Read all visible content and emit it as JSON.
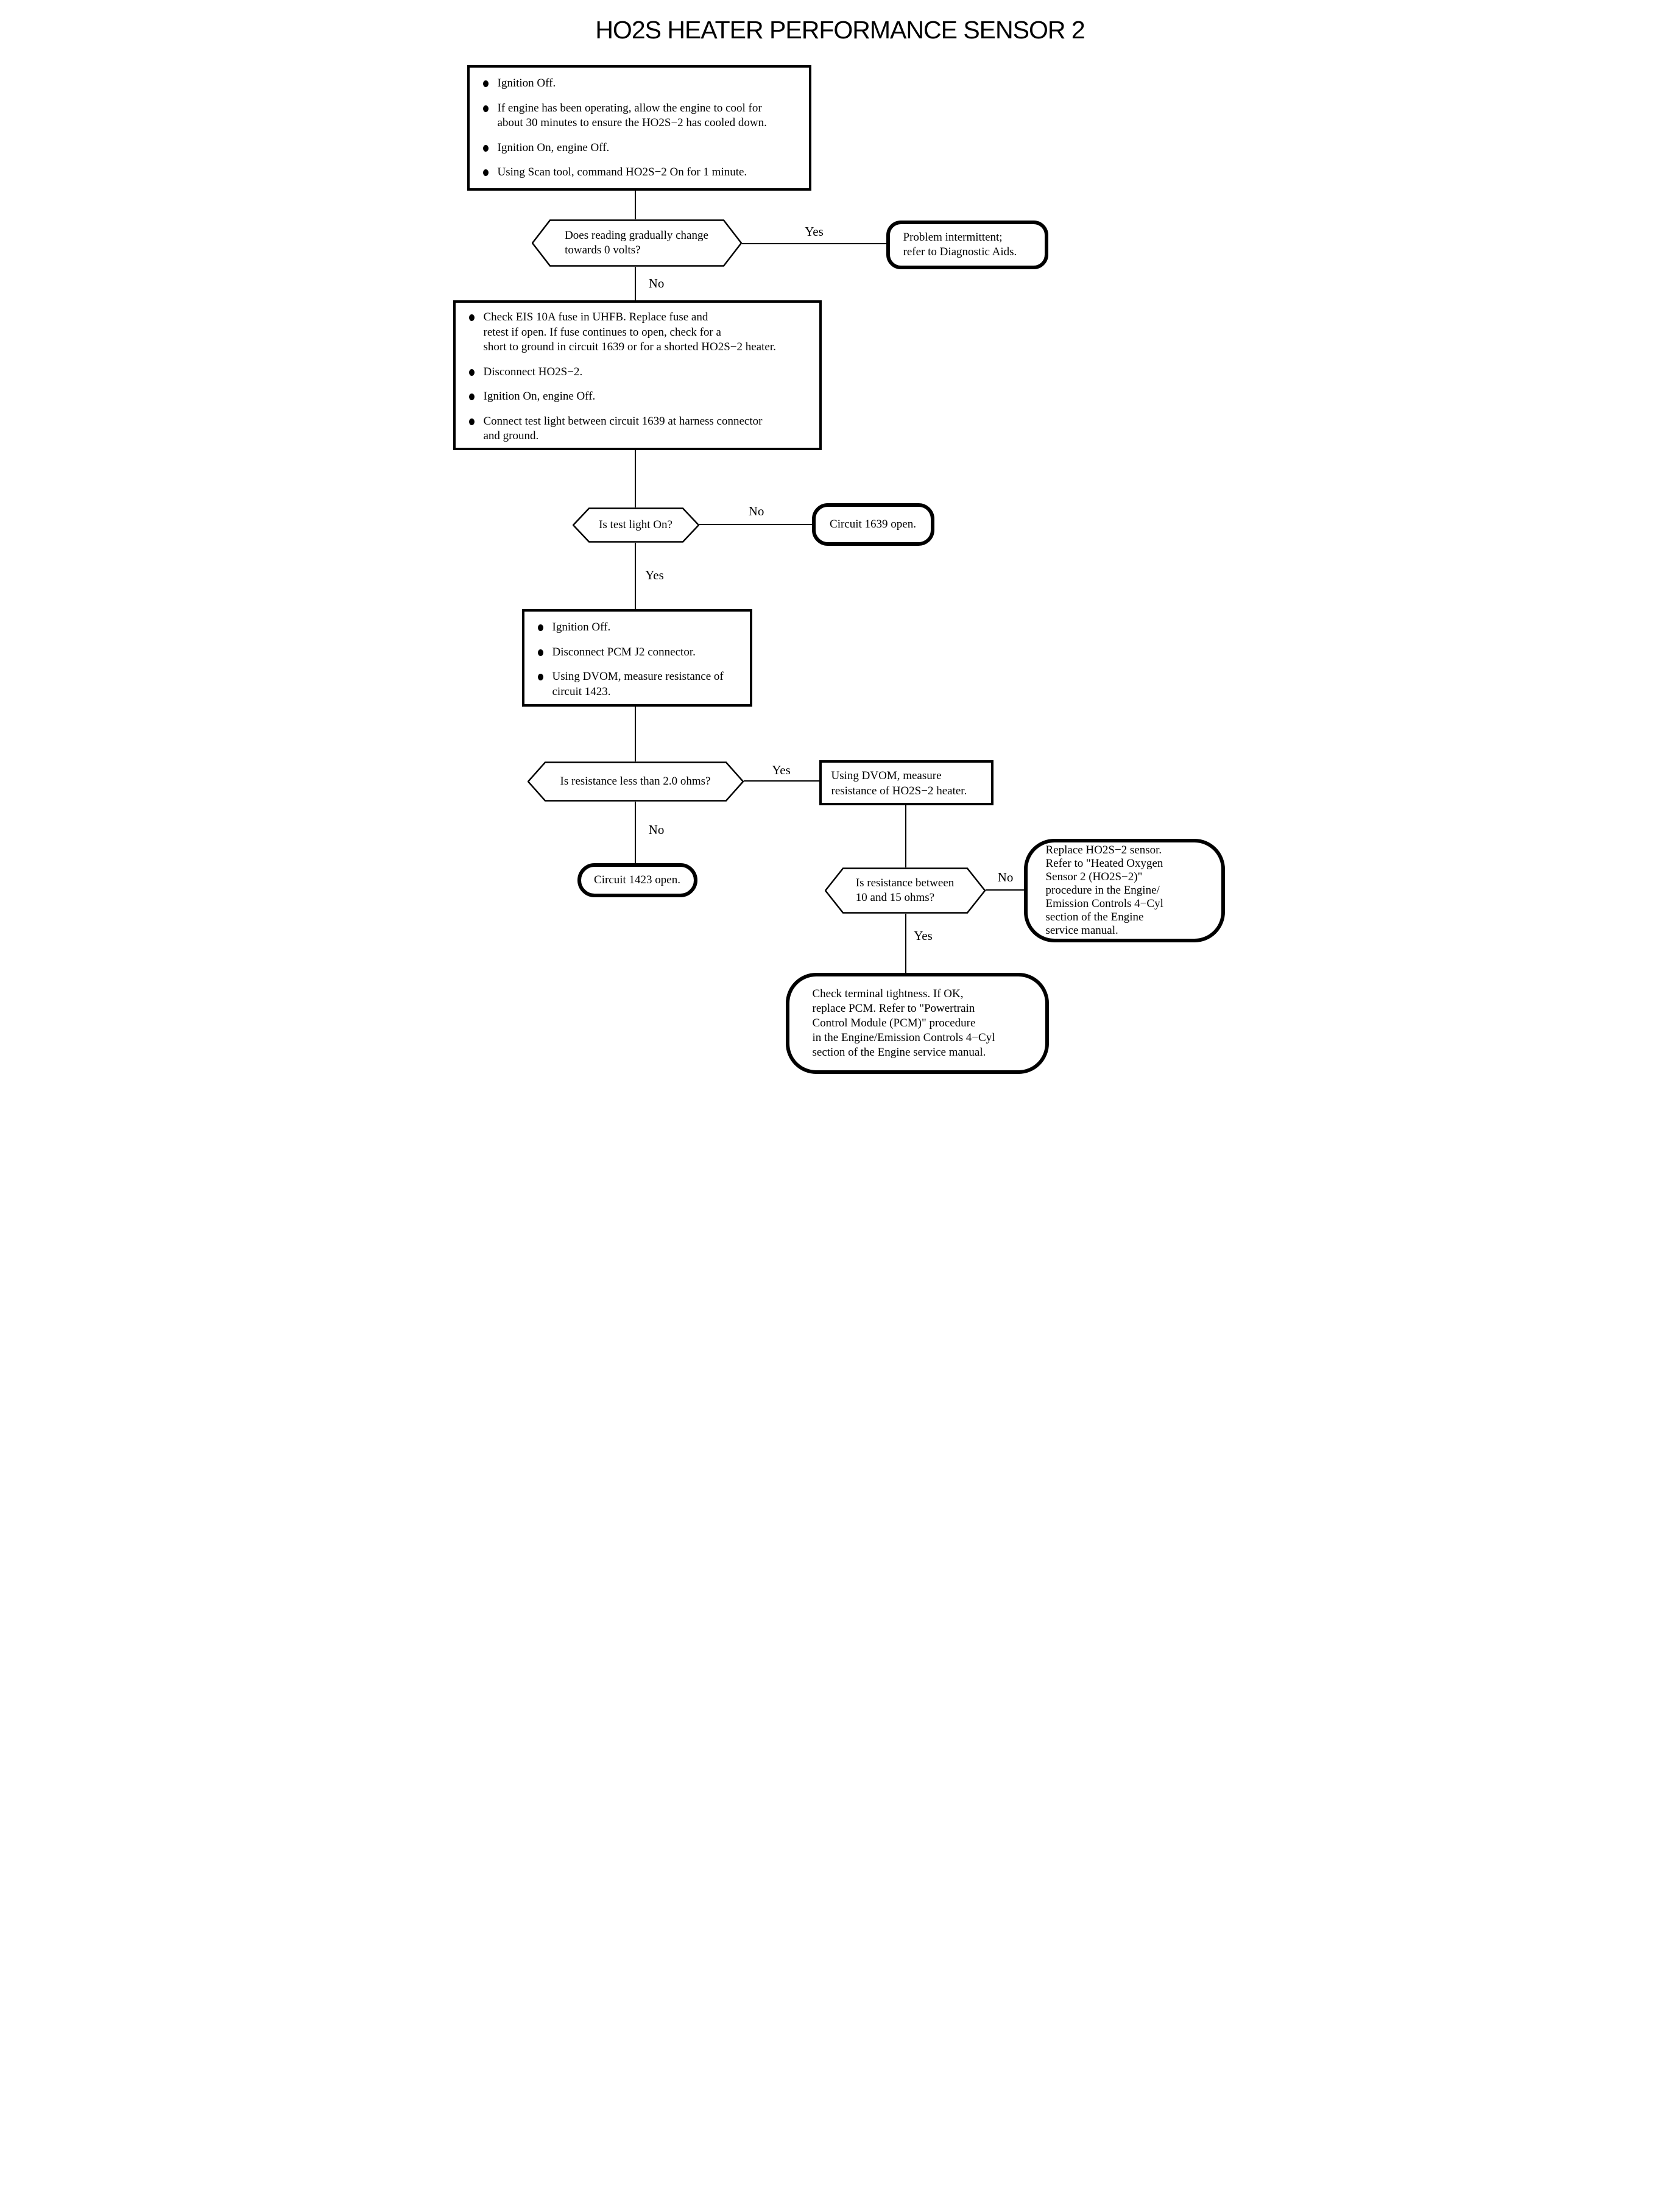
{
  "title": "HO2S HEATER PERFORMANCE SENSOR 2",
  "labels": {
    "yes": "Yes",
    "no": "No"
  },
  "nodes": {
    "step1_bullets": [
      "Ignition Off.",
      "If engine has been operating, allow the engine to cool for\nabout 30 minutes to ensure the HO2S−2 has cooled down.",
      "Ignition On, engine Off.",
      "Using Scan tool, command HO2S−2 On for 1 minute."
    ],
    "decision1": "Does reading gradually change\ntowards 0 volts?",
    "terminal_intermittent": "Problem intermittent;\nrefer to Diagnostic Aids.",
    "step2_bullets": [
      "Check EIS 10A fuse in UHFB. Replace fuse and\nretest if open. If fuse continues to open, check for a\nshort to ground in circuit 1639 or for a shorted HO2S−2 heater.",
      "Disconnect HO2S−2.",
      "Ignition On, engine Off.",
      "Connect test light between circuit 1639 at harness connector\nand ground."
    ],
    "decision2": "Is test light On?",
    "terminal_1639": "Circuit 1639 open.",
    "step3_bullets": [
      "Ignition Off.",
      "Disconnect PCM J2 connector.",
      "Using DVOM, measure resistance of\ncircuit 1423."
    ],
    "decision3": "Is resistance less than 2.0 ohms?",
    "step4": "Using DVOM, measure\nresistance of HO2S−2 heater.",
    "terminal_1423": "Circuit 1423 open.",
    "decision4": "Is resistance between\n10 and 15 ohms?",
    "terminal_replace": "Replace HO2S−2 sensor.\nRefer to \"Heated Oxygen\nSensor 2 (HO2S−2)\"\nprocedure in the Engine/\nEmission Controls 4−Cyl\nsection of the Engine\nservice manual.",
    "terminal_pcm": "Check terminal tightness. If OK,\nreplace PCM. Refer to \"Powertrain\nControl Module (PCM)\" procedure\nin the Engine/Emission Controls 4−Cyl\nsection of the Engine service manual."
  }
}
